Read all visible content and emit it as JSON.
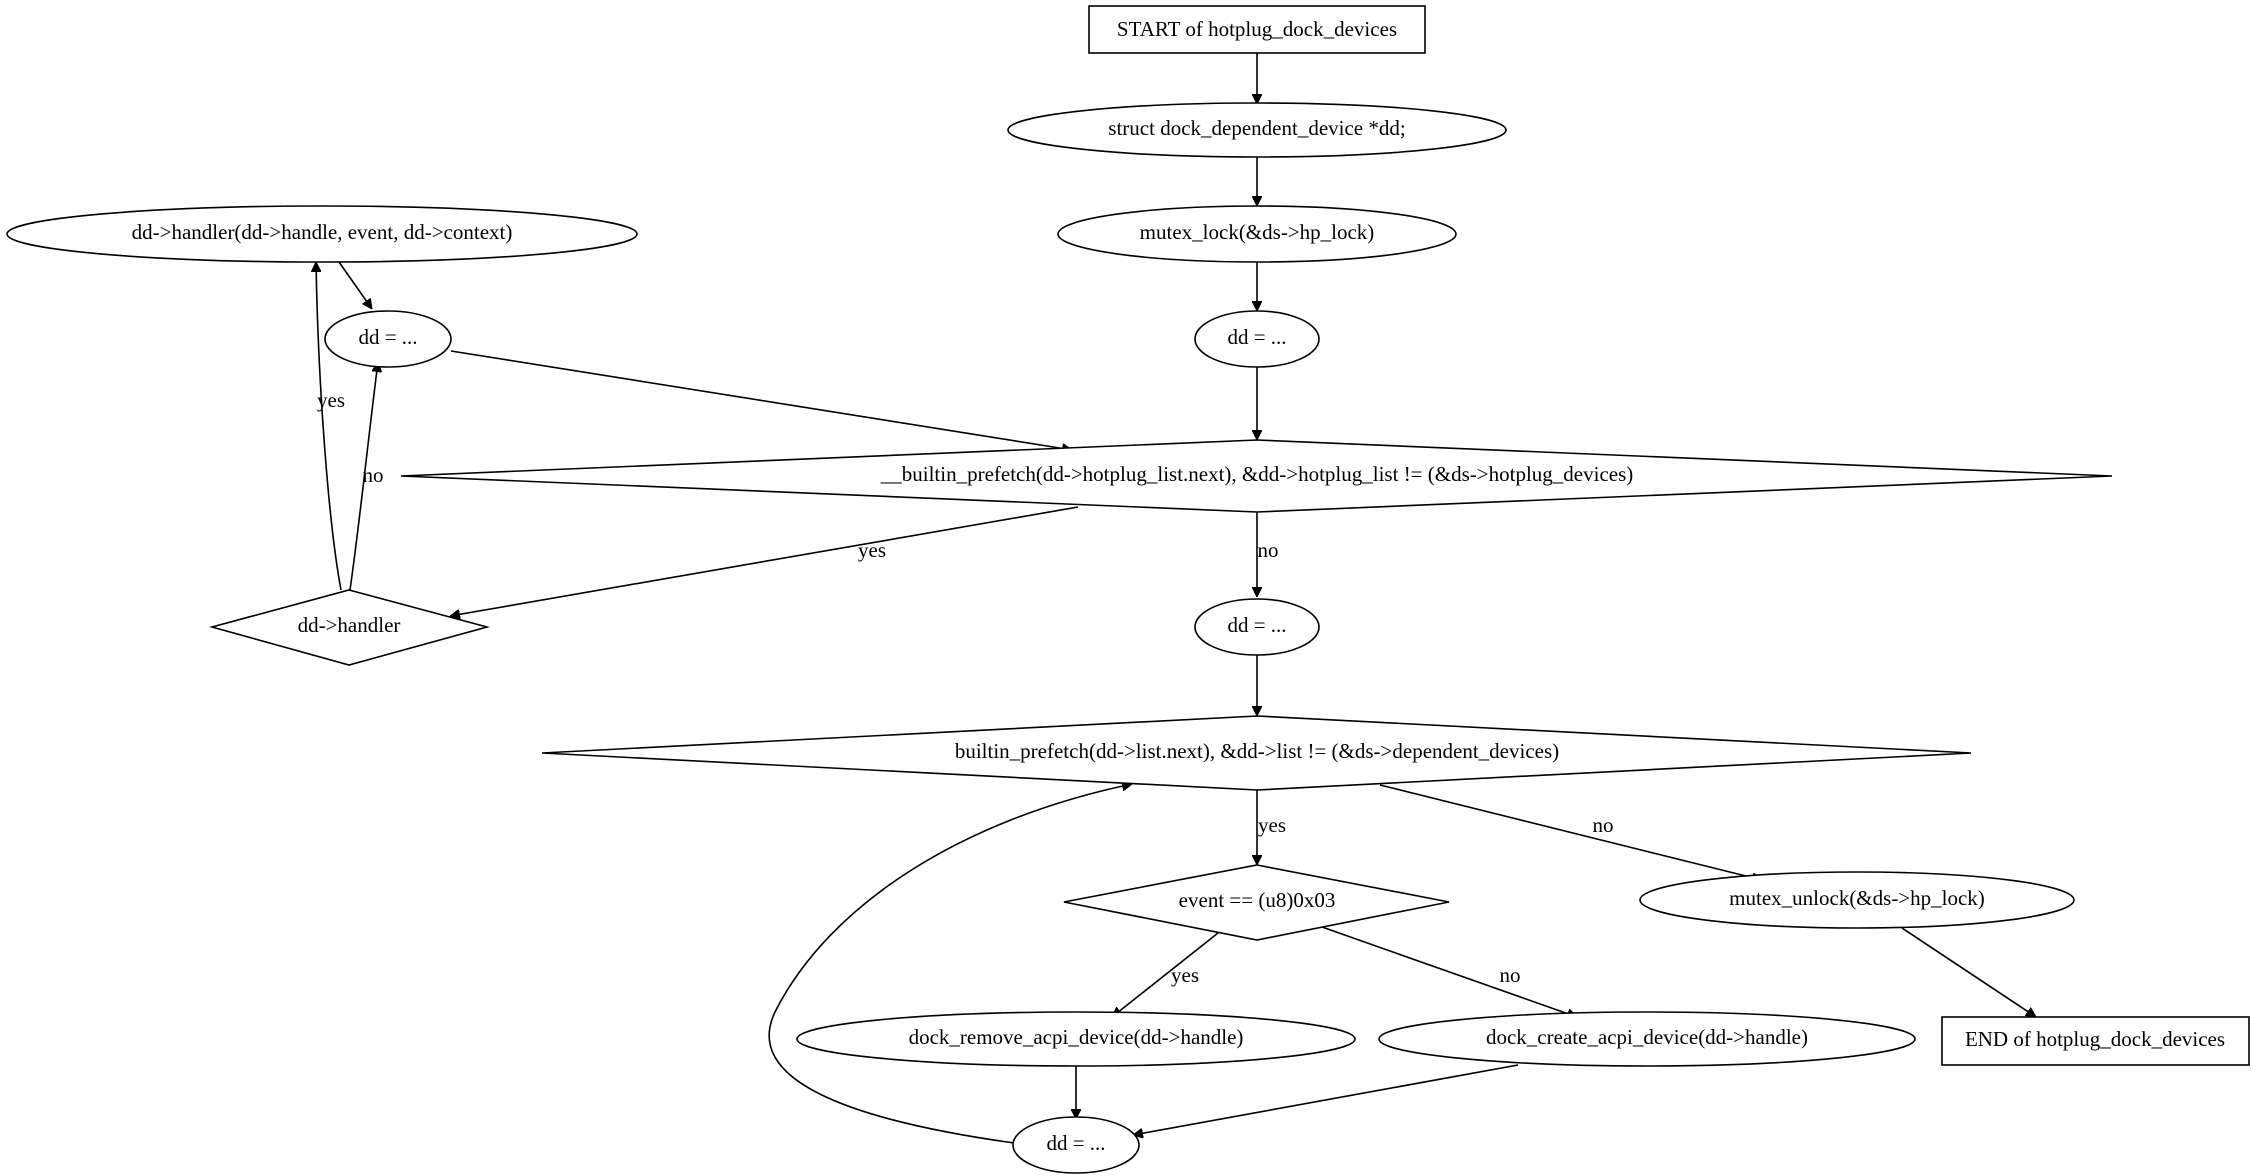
{
  "nodes": {
    "start": {
      "label": "START of hotplug_dock_devices"
    },
    "decl": {
      "label": "struct dock_dependent_device *dd;"
    },
    "lock": {
      "label": "mutex_lock(&ds->hp_lock)",
      "fill": "#add8e6"
    },
    "dd1": {
      "label": "dd = ..."
    },
    "cond1": {
      "label": "__builtin_prefetch(dd->hotplug_list.next), &dd->hotplug_list != (&ds->hotplug_devices)"
    },
    "handler_cond": {
      "label": "dd->handler"
    },
    "handler_call": {
      "label": "dd->handler(dd->handle, event, dd->context)"
    },
    "dd2": {
      "label": "dd = ..."
    },
    "dd3": {
      "label": "dd = ..."
    },
    "cond2": {
      "label": "builtin_prefetch(dd->list.next), &dd->list != (&ds->dependent_devices)"
    },
    "event_cond": {
      "label": "event == (u8)0x03"
    },
    "remove": {
      "label": "dock_remove_acpi_device(dd->handle)"
    },
    "create": {
      "label": "dock_create_acpi_device(dd->handle)"
    },
    "dd4": {
      "label": "dd = ..."
    },
    "unlock": {
      "label": "mutex_unlock(&ds->hp_lock)",
      "fill": "#ffff00"
    },
    "end": {
      "label": "END of hotplug_dock_devices"
    }
  },
  "edge_labels": {
    "handler_yes": "yes",
    "handler_no": "no",
    "cond1_yes": "yes",
    "cond1_no": "no",
    "cond2_yes": "yes",
    "cond2_no": "no",
    "event_yes": "yes",
    "event_no": "no"
  }
}
